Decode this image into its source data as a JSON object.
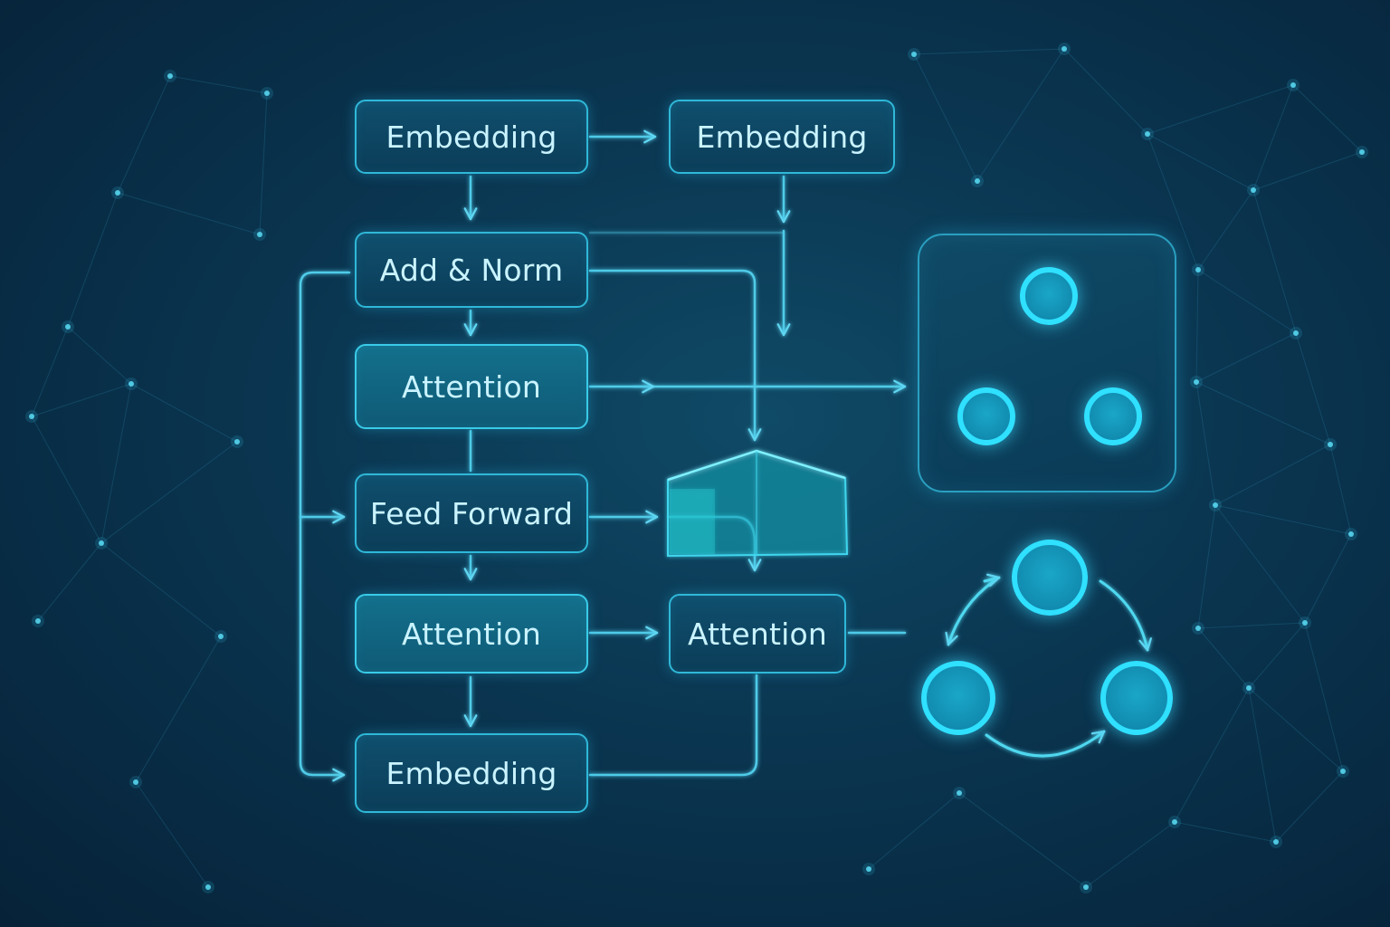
{
  "nodes": {
    "embedding_top_left": "Embedding",
    "embedding_top_right": "Embedding",
    "add_norm": "Add & Norm",
    "attention_upper": "Attention",
    "feed_forward": "Feed Forward",
    "attention_lower_left": "Attention",
    "attention_lower_right": "Attention",
    "embedding_bottom": "Embedding"
  },
  "colors": {
    "accent": "#2fb8d8",
    "glow": "#2fe0ff",
    "text": "#c9f3ff",
    "background": "#0a3550"
  },
  "icons": {
    "panel_cycle": "cycle-icon",
    "free_cycle": "cycle-icon"
  }
}
